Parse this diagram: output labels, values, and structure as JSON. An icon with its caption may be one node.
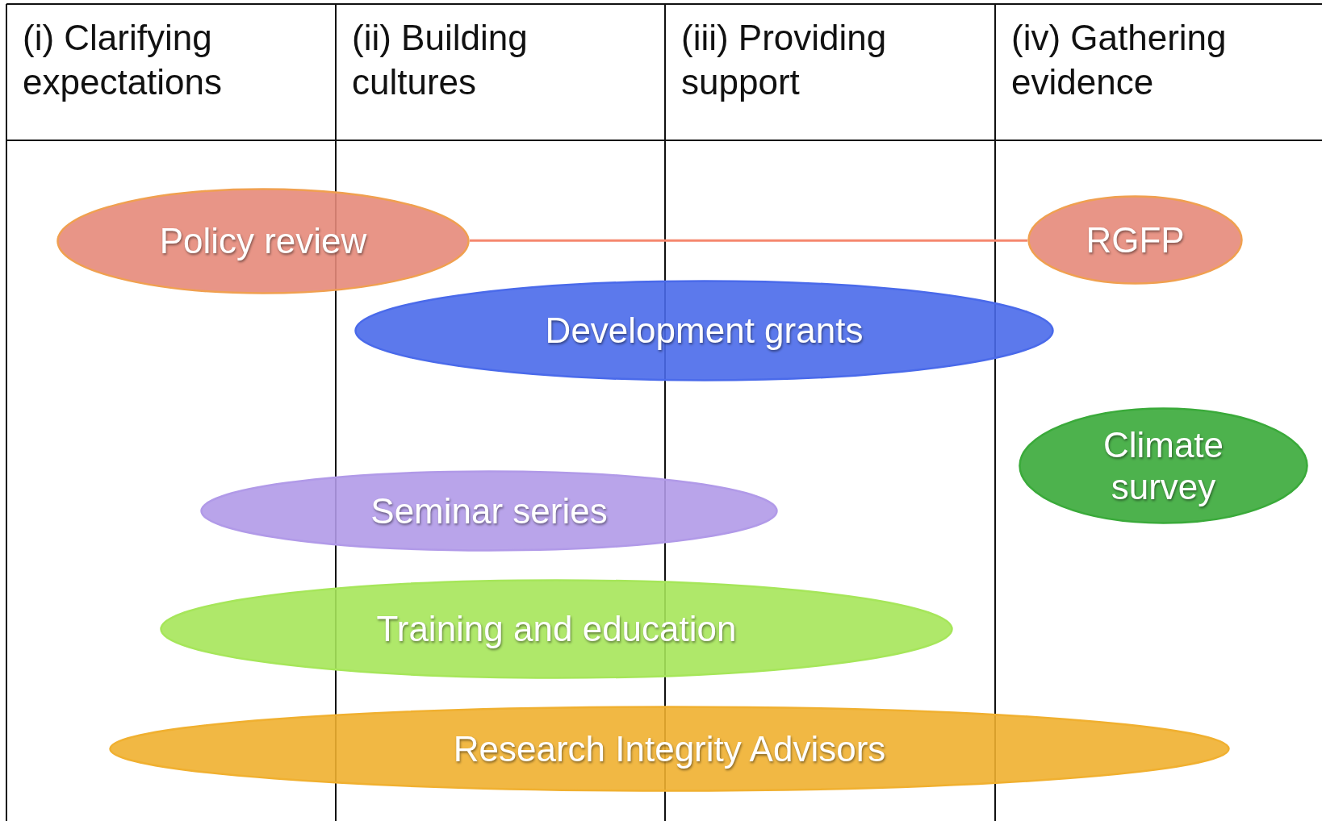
{
  "diagram": {
    "nodes": [
      {
        "text": [
          "(i) Clarifying expectations"
        ]
      },
      {
        "text": [
          "(ii) Building cultures"
        ]
      },
      {
        "text": [
          "(iii) Providing support"
        ]
      },
      {
        "text": [
          "(iv) Gathering evidence"
        ]
      },
      {
        "text": [
          "Policy review"
        ]
      },
      {
        "text": [
          "RGFP"
        ]
      },
      {
        "text": [
          "Development grants"
        ]
      },
      {
        "text": [
          "Climate survey"
        ]
      },
      {
        "text": [
          "Seminar series"
        ]
      },
      {
        "text": [
          "Training and education"
        ]
      },
      {
        "text": [
          "Research Integrity Advisors"
        ]
      }
    ],
    "edges": [
      {
        "from": 4,
        "to": 5,
        "arrow": "none",
        "color": "#f5876e"
      }
    ]
  }
}
